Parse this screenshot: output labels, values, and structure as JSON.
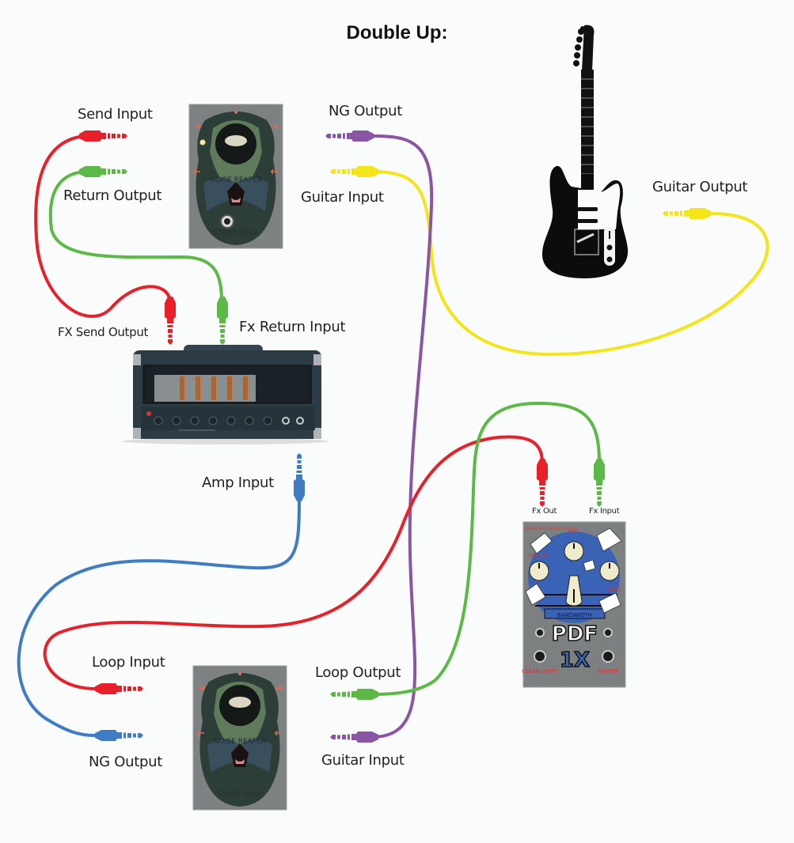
{
  "title": "Double Up:",
  "colors": {
    "background": "#fafbfb",
    "cable_red": "#e8202a",
    "cable_green": "#5cb947",
    "cable_yellow": "#f3e51a",
    "cable_purple": "#8b55a5",
    "cable_blue": "#3f7cc4",
    "pedal_gray": "#7c7f80",
    "amp_body": "#2e3e48",
    "pdf_blue": "#3b63b5"
  },
  "devices": {
    "guitar": {
      "name": "Electric guitar"
    },
    "amp": {
      "name": "Amp head"
    },
    "noise_gate_top": {
      "name": "Noise Reaper",
      "art_text_1": "NOISE REAPER",
      "art_text_2": "STONE DEAF"
    },
    "noise_gate_bottom": {
      "name": "Noise Reaper",
      "art_text_1": "NOISE REAPER",
      "art_text_2": "STONE DEAF"
    },
    "pdf_pedal": {
      "brand_line": "PARAMETRIC DISTORTION FILTER",
      "knob_vol": "VOL",
      "knob_height": "HEIGHT",
      "knob_freq": "FREQ",
      "knob_bandwidth": "BANDWIDTH",
      "logo_main": "PDF",
      "logo_sub": "1X",
      "switch_left": "CLEAN DIRTY",
      "switch_right": "ON/OFF"
    }
  },
  "labels": {
    "send_input": "Send Input",
    "return_output": "Return Output",
    "ng_output_top": "NG Output",
    "guitar_input_top": "Guitar Input",
    "guitar_output": "Guitar Output",
    "fx_send_output": "FX Send Output",
    "fx_return_input": "Fx Return Input",
    "amp_input": "Amp Input",
    "fx_out": "Fx Out",
    "fx_input": "Fx Input",
    "loop_input": "Loop Input",
    "ng_output_bottom": "NG Output",
    "loop_output": "Loop Output",
    "guitar_input_bottom": "Guitar Input"
  },
  "cables": [
    {
      "id": "red-top",
      "color": "cable_red",
      "from": "FX Send Output",
      "to": "Send Input"
    },
    {
      "id": "green-top",
      "color": "cable_green",
      "from": "Return Output",
      "to": "Fx Return Input"
    },
    {
      "id": "yellow",
      "color": "cable_yellow",
      "from": "Guitar Output",
      "to": "Guitar Input"
    },
    {
      "id": "purple",
      "color": "cable_purple",
      "from": "NG Output",
      "to": "Guitar Input"
    },
    {
      "id": "blue",
      "color": "cable_blue",
      "from": "NG Output",
      "to": "Amp Input"
    },
    {
      "id": "red-bottom",
      "color": "cable_red",
      "from": "Fx Out",
      "to": "Loop Input"
    },
    {
      "id": "green-bottom",
      "color": "cable_green",
      "from": "Loop Output",
      "to": "Fx Input"
    }
  ]
}
